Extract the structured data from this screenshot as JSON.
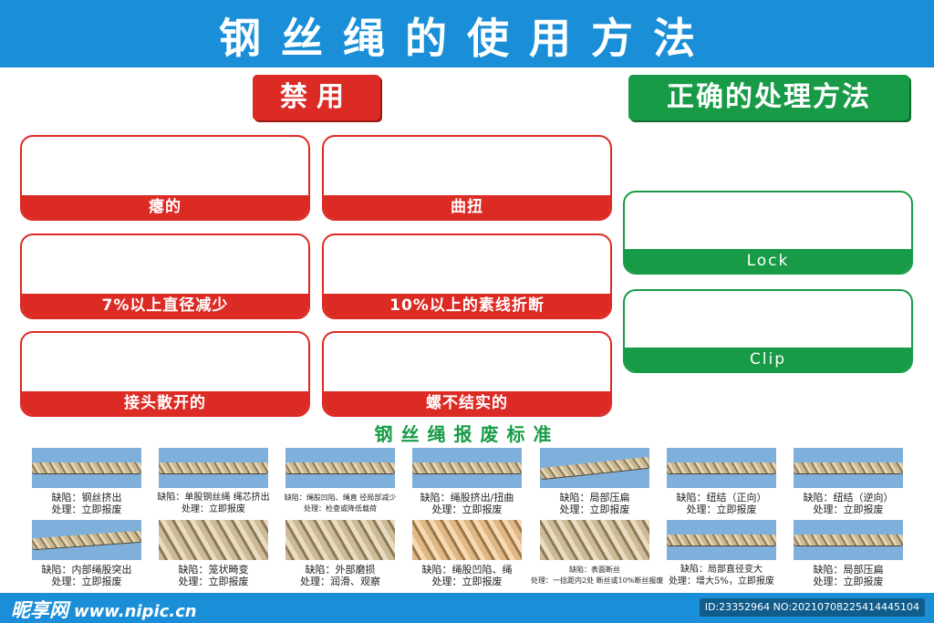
{
  "title": "钢丝绳的使用方法",
  "ban_label": "禁用",
  "correct_label": "正确的处理方法",
  "ban_cards": [
    "瘪的",
    "曲扭",
    "7%以上直径减少",
    "10%以上的素线折断",
    "接头散开的",
    "螺不结实的"
  ],
  "correct_cards": [
    "Lock",
    "Clip"
  ],
  "standard_title": "钢丝绳报废标准",
  "defects_row1": [
    {
      "line1": "缺陷：钢丝挤出",
      "line2": "处理：立即报废",
      "small": false
    },
    {
      "line1": "缺陷：单股钢丝绳 绳芯挤出",
      "line2": "处理：立即报废",
      "small": false
    },
    {
      "line1": "缺陷：绳股凹陷、绳直 径局部减少",
      "line2": "处理：检查或降低载荷",
      "small": true
    },
    {
      "line1": "缺陷：绳股挤出/扭曲",
      "line2": "处理：立即报废",
      "small": false
    },
    {
      "line1": "缺陷：局部压扁",
      "line2": "处理：立即报废",
      "small": false
    },
    {
      "line1": "缺陷：纽结（正向）",
      "line2": "处理：立即报废",
      "small": false
    },
    {
      "line1": "缺陷：纽结（逆向）",
      "line2": "处理：立即报废",
      "small": false
    }
  ],
  "defects_row2": [
    {
      "line1": "缺陷：内部绳股突出",
      "line2": "处理：立即报废",
      "small": false
    },
    {
      "line1": "缺陷：笼状畸变",
      "line2": "处理：立即报废",
      "small": false
    },
    {
      "line1": "缺陷：外部磨损",
      "line2": "处理：润滑、观察",
      "small": false
    },
    {
      "line1": "缺陷：绳股凹陷、绳",
      "line2": "处理：立即报废",
      "small": false
    },
    {
      "line1": "缺陷：表面断丝",
      "line2": "处理：一捻距内2处 断丝或10%断丝报废",
      "small": true
    },
    {
      "line1": "缺陷：局部直径变大",
      "line2": "处理：增大5%，立即报废",
      "small": false
    },
    {
      "line1": "缺陷：局部压扁",
      "line2": "处理：立即报废",
      "small": false
    }
  ],
  "footer": {
    "logo": "昵享网",
    "url": "www.nipic.cn",
    "id_text": "ID:23352964 NO:20210708225414445104"
  },
  "colors": {
    "blue": "#1a8fd8",
    "red": "#dc2a24",
    "green": "#189b47"
  }
}
